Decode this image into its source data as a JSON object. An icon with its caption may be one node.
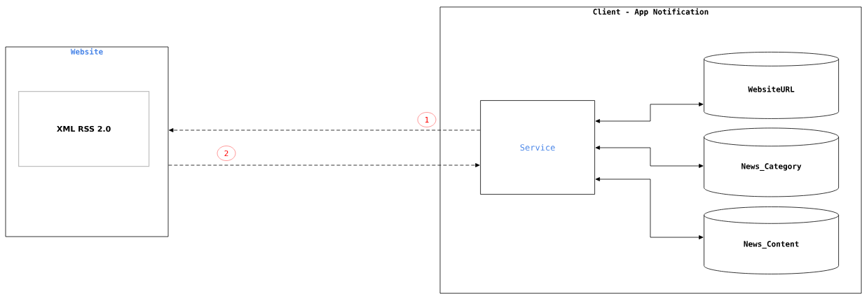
{
  "diagram": {
    "nodes": [
      {
        "text": [
          "Website"
        ]
      },
      {
        "text": [
          "XML RSS 2.0"
        ],
        "in": 0
      },
      {
        "text": [
          "Client - App Notification"
        ]
      },
      {
        "text": [
          "Service"
        ],
        "in": 2
      },
      {
        "text": [
          "WebsiteURL"
        ],
        "in": 2
      },
      {
        "text": [
          "News_Category"
        ],
        "in": 2
      },
      {
        "text": [
          "News_Content"
        ],
        "in": 2
      }
    ],
    "edges": [
      {
        "from": 3,
        "to": 0,
        "arrow": "to",
        "style": "dashed",
        "label": "1"
      },
      {
        "from": 0,
        "to": 3,
        "arrow": "to",
        "style": "dashed",
        "label": "2"
      },
      {
        "from": 3,
        "to": 4,
        "arrow": "both"
      },
      {
        "from": 3,
        "to": 5,
        "arrow": "both"
      },
      {
        "from": 3,
        "to": 6,
        "arrow": "both"
      }
    ]
  }
}
